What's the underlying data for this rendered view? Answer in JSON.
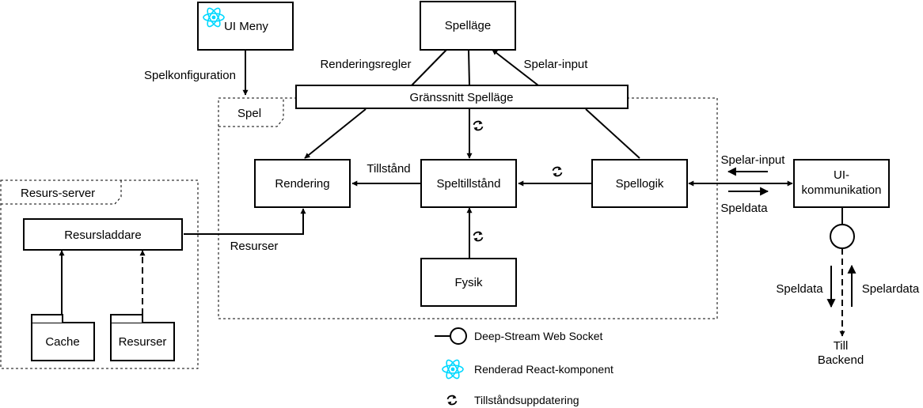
{
  "frames": {
    "spel": "Spel",
    "resurs_server": "Resurs-server"
  },
  "boxes": {
    "ui_meny": "UI Meny",
    "spellage": "Spelläge",
    "granssnitt": "Gränssnitt Spelläge",
    "rendering": "Rendering",
    "speltillstand": "Speltillstånd",
    "spellogik": "Spellogik",
    "fysik": "Fysik",
    "ui_komm_line1": "UI-",
    "ui_komm_line2": "kommunikation",
    "resursladdare": "Resursladdare",
    "cache": "Cache",
    "resurser": "Resurser"
  },
  "edges": {
    "spelkonfiguration": "Spelkonfiguration",
    "renderingsregler": "Renderingsregler",
    "spelar_input_top": "Spelar-input",
    "tillstand": "Tillstånd",
    "resurser": "Resurser",
    "spelar_input_right": "Spelar-input",
    "speldata_right": "Speldata",
    "speldata_down": "Speldata",
    "spelardata_up": "Spelardata",
    "till_backend_line1": "Till",
    "till_backend_line2": "Backend"
  },
  "legend": {
    "websocket": "Deep-Stream Web Socket",
    "react": "Renderad React-komponent",
    "update": "Tillståndsuppdatering"
  },
  "colors": {
    "line": "#000000",
    "background": "#ffffff",
    "react_icon": "#00d8ff"
  },
  "icons": {
    "react": "react-atom-icon",
    "update": "refresh-icon"
  }
}
